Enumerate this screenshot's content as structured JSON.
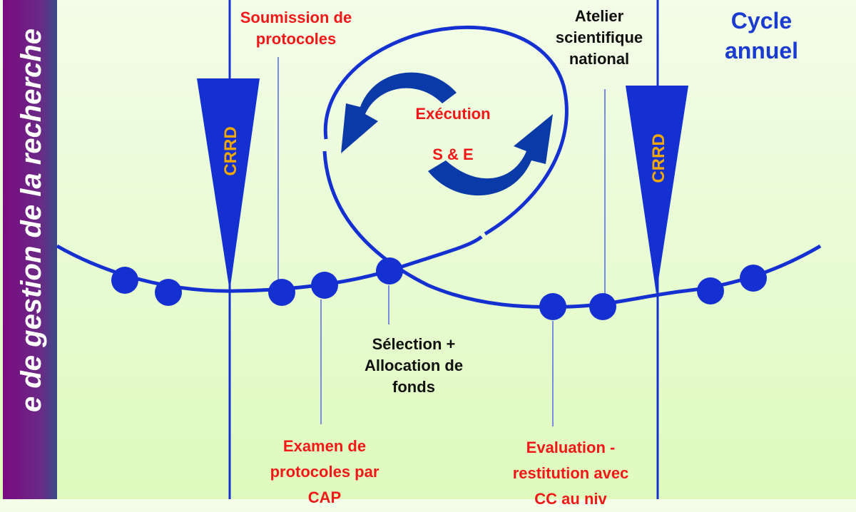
{
  "sidebar": {
    "title": "e de gestion de la recherche"
  },
  "cycle": {
    "line1": "Cycle",
    "line2": "annuel"
  },
  "center": {
    "execution": "Exécution",
    "se": "S & E"
  },
  "crrd_left": "CRRD",
  "crrd_right": "CRRD",
  "labels": {
    "soumission": [
      "Soumission de",
      "protocoles"
    ],
    "atelier": [
      "Atelier",
      "scientifique",
      "national"
    ],
    "selection": [
      "Sélection +",
      "Allocation de",
      "fonds"
    ],
    "examen": [
      "Examen de",
      "protocoles par",
      "CAP"
    ],
    "evaluation": [
      "Evaluation -",
      "restitution avec",
      "CC au  niv"
    ]
  },
  "colors": {
    "line": "#1430d0",
    "arrow": "#0a3aa8",
    "red": "#f01818",
    "crrd": "#f0a800"
  }
}
